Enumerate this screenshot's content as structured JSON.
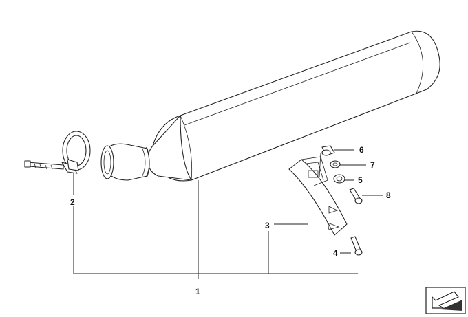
{
  "diagram": {
    "callouts": [
      {
        "id": "1",
        "label": "1"
      },
      {
        "id": "2",
        "label": "2"
      },
      {
        "id": "3",
        "label": "3"
      },
      {
        "id": "4",
        "label": "4"
      },
      {
        "id": "5",
        "label": "5"
      },
      {
        "id": "6",
        "label": "6"
      },
      {
        "id": "7",
        "label": "7"
      },
      {
        "id": "8",
        "label": "8"
      }
    ],
    "nav_icon": "arrow-down-left-icon"
  }
}
